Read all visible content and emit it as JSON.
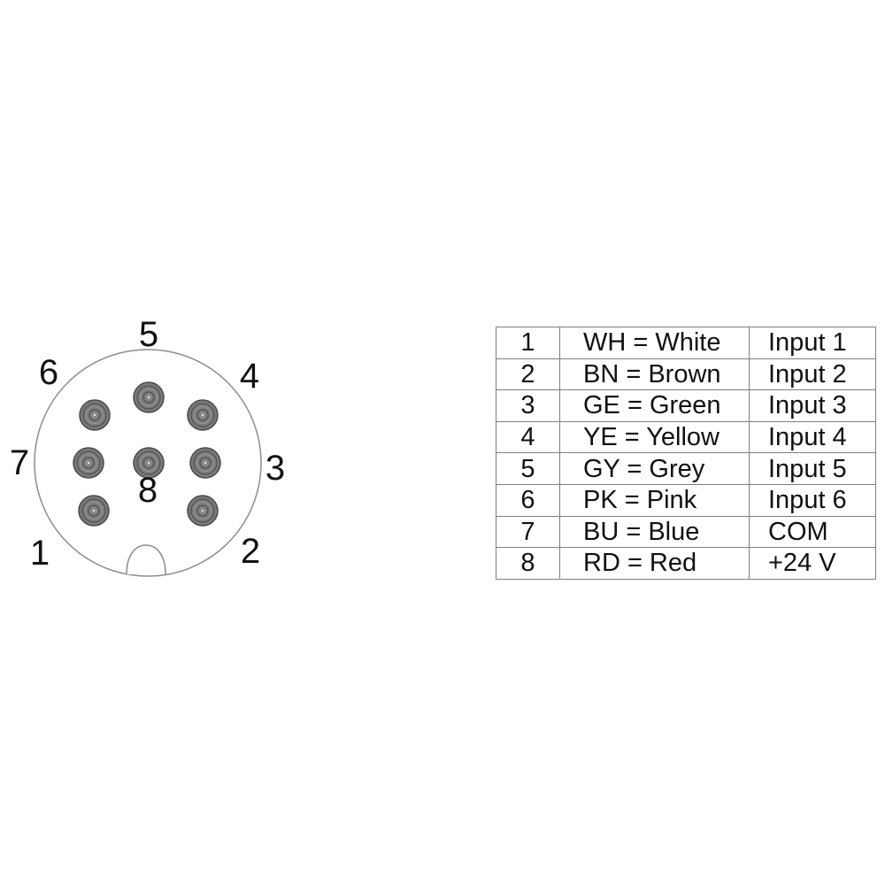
{
  "connector": {
    "pins": [
      {
        "id": 1,
        "label": "1"
      },
      {
        "id": 2,
        "label": "2"
      },
      {
        "id": 3,
        "label": "3"
      },
      {
        "id": 4,
        "label": "4"
      },
      {
        "id": 5,
        "label": "5"
      },
      {
        "id": 6,
        "label": "6"
      },
      {
        "id": 7,
        "label": "7"
      },
      {
        "id": 8,
        "label": "8"
      }
    ],
    "colors": {
      "outline": "#8c8c8c",
      "pin_fill": "#7a7a7a",
      "pin_ring": "#4a4a4a"
    }
  },
  "table": {
    "rows": [
      {
        "number": "1",
        "wire": "WH = White",
        "function": "Input 1"
      },
      {
        "number": "2",
        "wire": "BN = Brown",
        "function": "Input 2"
      },
      {
        "number": "3",
        "wire": "GE = Green",
        "function": "Input 3"
      },
      {
        "number": "4",
        "wire": "YE = Yellow",
        "function": "Input 4"
      },
      {
        "number": "5",
        "wire": "GY = Grey",
        "function": "Input 5"
      },
      {
        "number": "6",
        "wire": "PK = Pink",
        "function": "Input 6"
      },
      {
        "number": "7",
        "wire": "BU = Blue",
        "function": "COM"
      },
      {
        "number": "8",
        "wire": "RD = Red",
        "function": "+24 V"
      }
    ]
  }
}
